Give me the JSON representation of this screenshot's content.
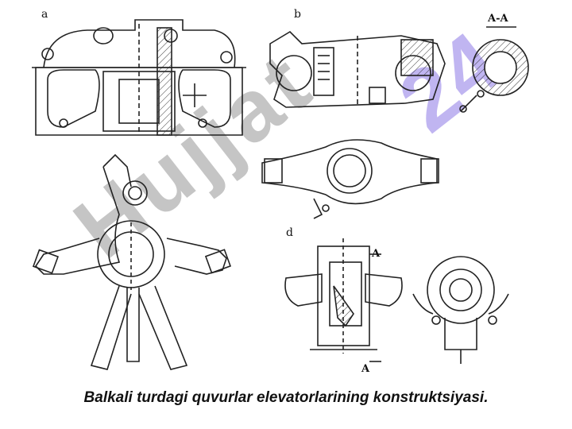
{
  "caption": "Balkali turdagi quvurlar elevatorlarining konstruktsiyasi.",
  "panels": {
    "a": "a",
    "b": "b",
    "d": "d"
  },
  "section_marks": {
    "title": "A-A",
    "top": "A",
    "bottom": "A"
  },
  "watermark": {
    "text": "Hujjat",
    "text2": "24",
    "color": "#8f8f8f",
    "color2": "#8c78e6"
  }
}
